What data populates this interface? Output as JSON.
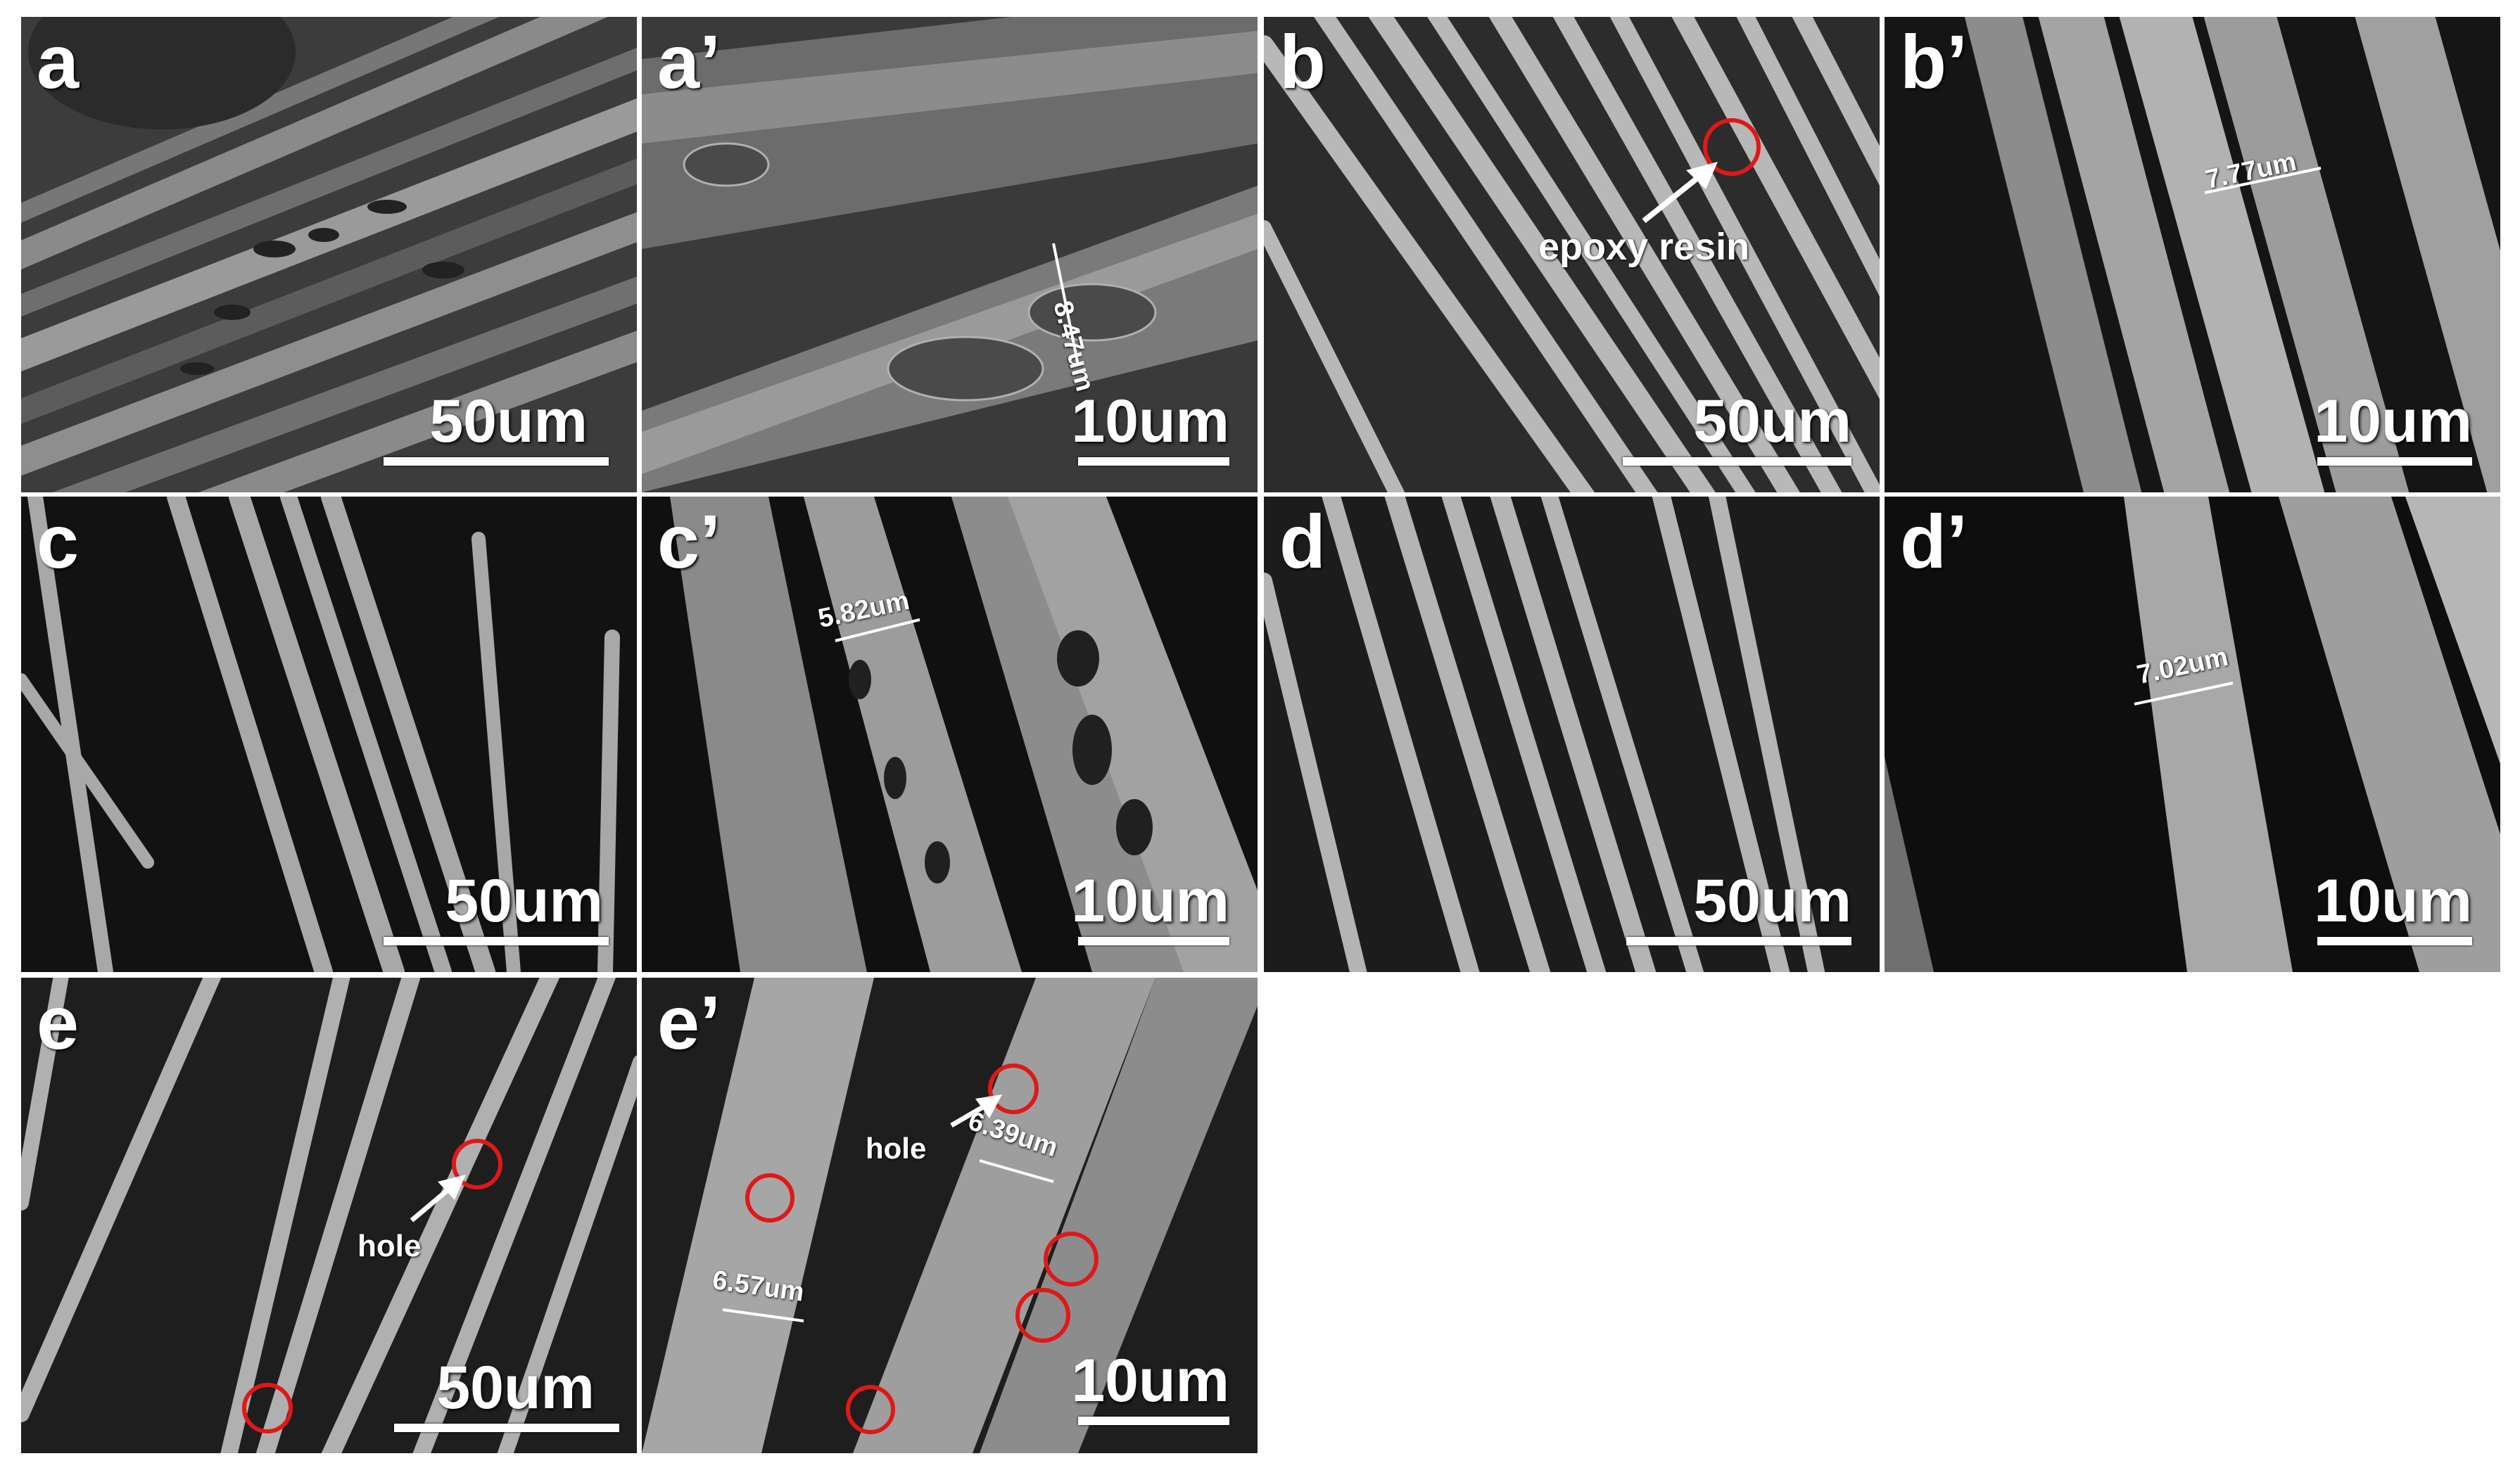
{
  "figure": {
    "panels": {
      "a": {
        "label": "a",
        "scale": "50um"
      },
      "a2": {
        "label": "a’",
        "scale": "10um",
        "measure": "8.47um"
      },
      "b": {
        "label": "b",
        "scale": "50um",
        "annotation": "epoxy resin"
      },
      "b2": {
        "label": "b’",
        "scale": "10um",
        "measure": "7.77um"
      },
      "c": {
        "label": "c",
        "scale": "50um"
      },
      "c2": {
        "label": "c’",
        "scale": "10um",
        "measure": "5.82um"
      },
      "d": {
        "label": "d",
        "scale": "50um"
      },
      "d2": {
        "label": "d’",
        "scale": "10um",
        "measure": "7.02um"
      },
      "e": {
        "label": "e",
        "scale": "50um",
        "annotation": "hole"
      },
      "e2": {
        "label": "e’",
        "scale": "10um",
        "annotation": "hole",
        "measure1": "6.39um",
        "measure2": "6.57um"
      }
    },
    "colors": {
      "marker_circle": "#e01818",
      "text": "#ffffff"
    }
  }
}
